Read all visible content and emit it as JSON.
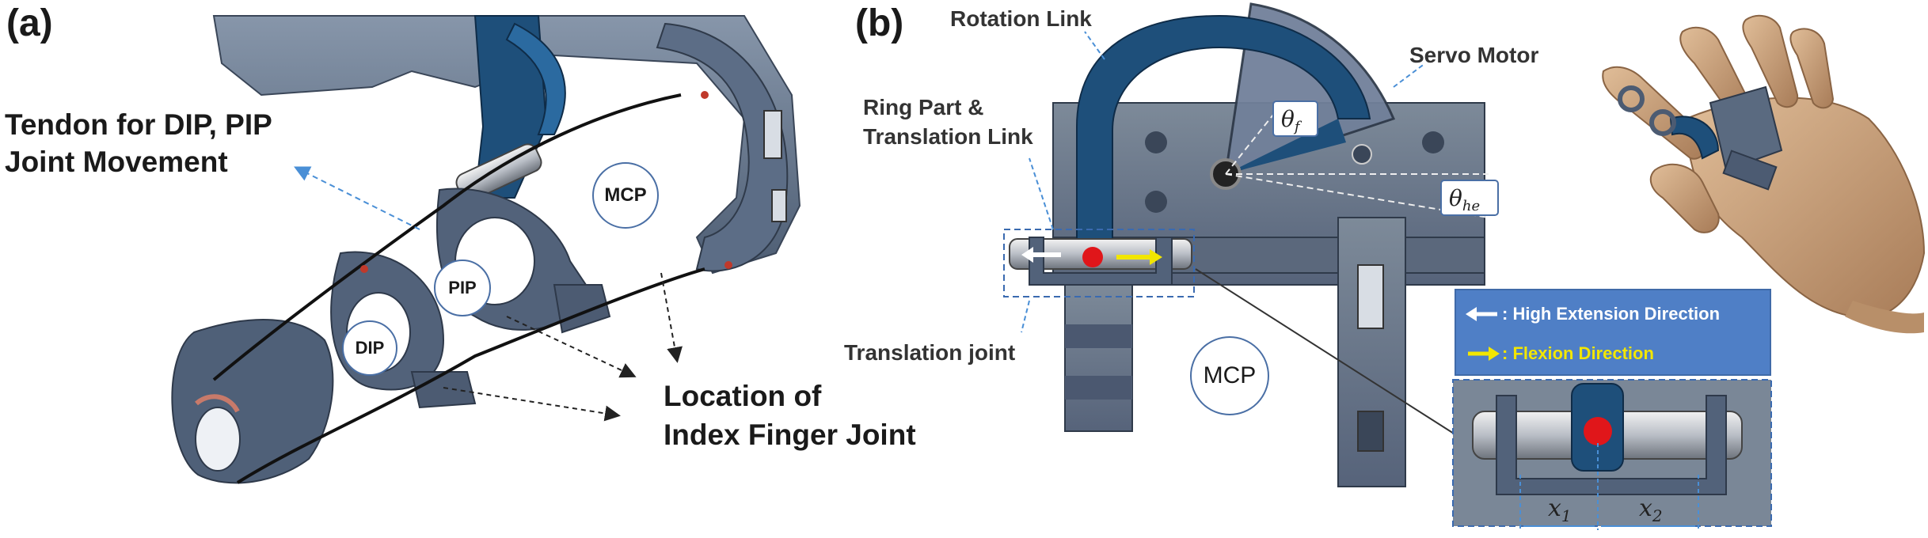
{
  "panels": {
    "a": {
      "label": "(a)",
      "tendon_label_line1": "Tendon for DIP, PIP",
      "tendon_label_line2": "Joint Movement",
      "location_label_line1": "Location of",
      "location_label_line2": "Index Finger Joint",
      "joints": {
        "mcp": "MCP",
        "pip": "PIP",
        "dip": "DIP"
      }
    },
    "b": {
      "label": "(b)",
      "rotation_link": "Rotation Link",
      "servo_motor": "Servo Motor",
      "ring_part_line1": "Ring Part &",
      "ring_part_line2": "Translation Link",
      "translation_joint": "Translation joint",
      "mcp": "MCP",
      "theta_f_symbol": "θ",
      "theta_f_sub": "f",
      "theta_he_symbol": "θ",
      "theta_he_sub": "he",
      "legend": {
        "high_extension": ": High Extension Direction",
        "flexion": ": Flexion Direction"
      },
      "x1_symbol": "x",
      "x1_sub": "1",
      "x2_symbol": "x",
      "x2_sub": "2"
    }
  },
  "colors": {
    "device_blue": "#1e4f7a",
    "device_gray": "#5f7088",
    "base_gray": "#6c7a8a",
    "legend_bg": "#4f7fc6",
    "flexion_arrow": "#f2e600",
    "extension_arrow": "#ffffff",
    "red_marker": "#e0161a",
    "skin": "#c9a07a"
  }
}
